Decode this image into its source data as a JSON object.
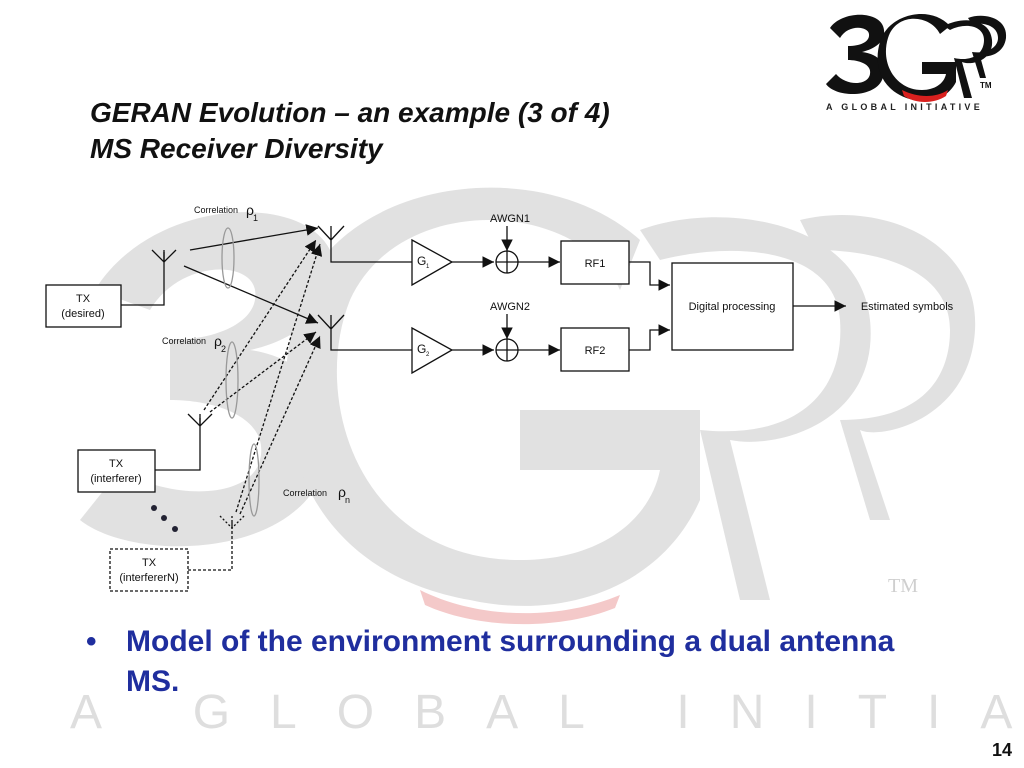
{
  "slide": {
    "title_line1": "GERAN Evolution – an example (3 of 4)",
    "title_line2": "MS Receiver Diversity",
    "bullet": "Model of the environment surrounding a dual antenna MS.",
    "bullet_marker": "•",
    "page_number": "14"
  },
  "logo": {
    "mark": "3GPP",
    "tagline": "A GLOBAL INITIATIVE",
    "tm": "TM"
  },
  "watermark": {
    "tagline": "A GLOBAL INITIATIVE",
    "tm": "TM"
  },
  "diagram": {
    "tx_desired": [
      "TX",
      "(desired)"
    ],
    "tx_interferer": [
      "TX",
      "(interferer)"
    ],
    "tx_interferer_n": [
      "TX",
      "(interfererN)"
    ],
    "correlation_label": "Correlation",
    "rho_1": "ρ",
    "rho_1_sub": "1",
    "rho_2": "ρ",
    "rho_2_sub": "2",
    "rho_n": "ρ",
    "rho_n_sub": "n",
    "awgn1": "AWGN1",
    "awgn2": "AWGN2",
    "g1": "G",
    "g1_sub": "1",
    "g2": "G",
    "g2_sub": "2",
    "rf1": "RF1",
    "rf2": "RF2",
    "digital_processing": "Digital processing",
    "estimated_symbols": "Estimated symbols"
  },
  "colors": {
    "bullet_text": "#1f2e9e",
    "watermark_grey": "#d9d9d9",
    "logo_red": "#d9201e"
  }
}
